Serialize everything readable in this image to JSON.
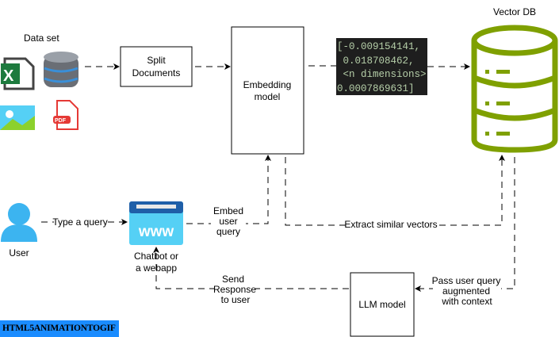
{
  "dataset": {
    "label": "Data set",
    "icons": [
      "excel-icon",
      "database-icon",
      "image-icon",
      "pdf-icon"
    ],
    "pdf_badge": "PDF"
  },
  "split_documents": {
    "label_line1": "Split",
    "label_line2": "Documents"
  },
  "embedding_model": {
    "label_line1": "Embedding",
    "label_line2": "model"
  },
  "vector_sample": {
    "lines": [
      "[-0.009154141,",
      " 0.018708462,",
      " <n dimensions>",
      "0.0007869631]"
    ]
  },
  "vector_db": {
    "label": "Vector DB",
    "color": "#7fa000"
  },
  "user": {
    "label": "User",
    "color": "#3cb4f0"
  },
  "chatbot": {
    "label_line1": "Chatbot or",
    "label_line2": "a webapp",
    "icon_text": "www",
    "color": "#55d0f5"
  },
  "llm_model": {
    "label": "LLM model"
  },
  "edges": {
    "type_query": "Type a query",
    "embed_query": [
      "Embed",
      "user",
      "query"
    ],
    "extract": "Extract similar vectors",
    "pass_query": [
      "Pass user query",
      "augmented",
      "with context"
    ],
    "send_response": [
      "Send",
      "Response",
      "to user"
    ]
  },
  "watermark": "HTML5ANIMATIONTOGIF"
}
